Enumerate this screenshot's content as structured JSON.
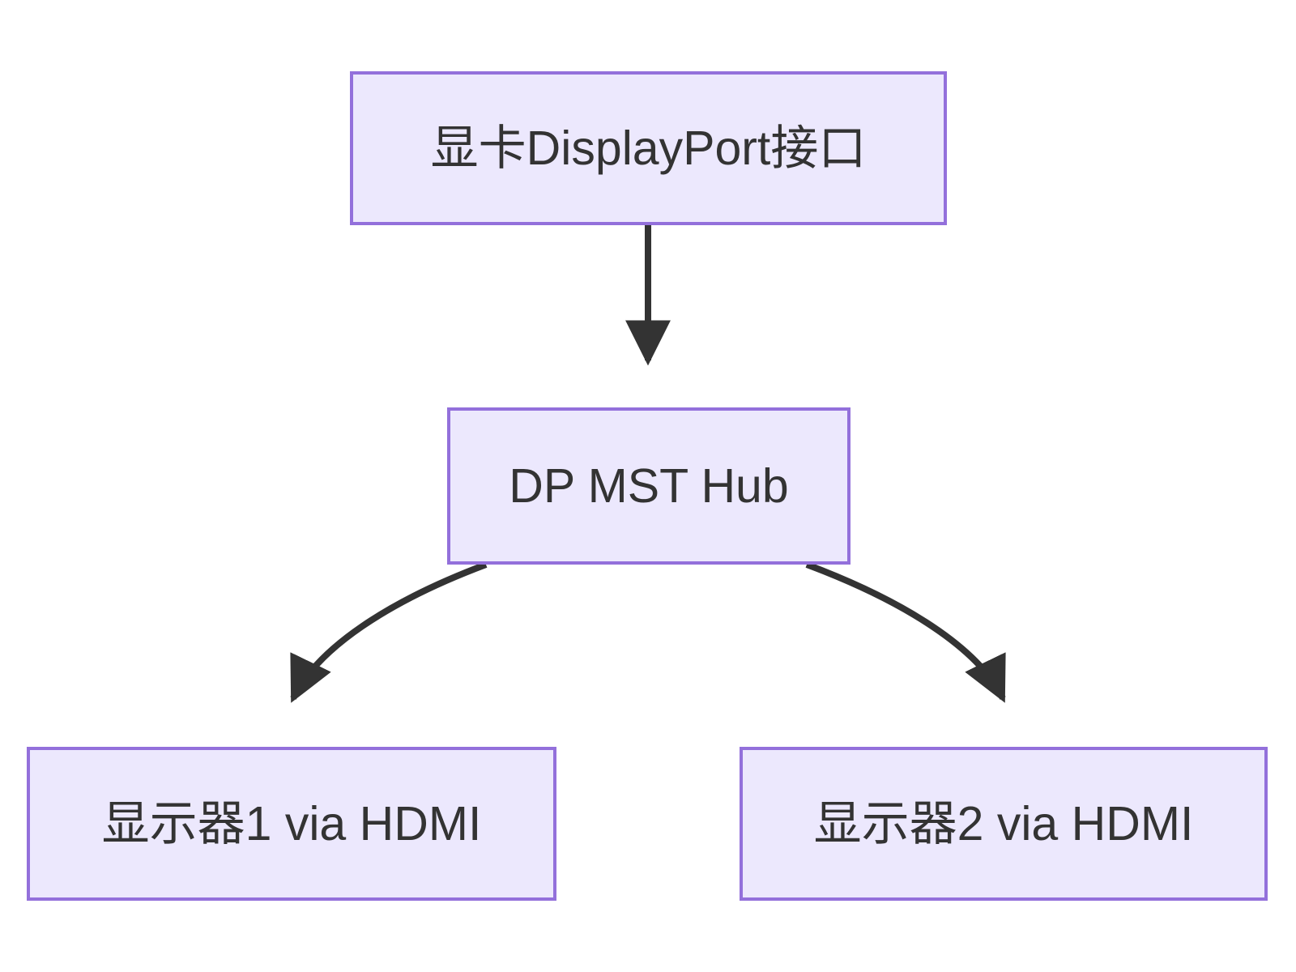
{
  "diagram": {
    "type": "flowchart",
    "direction": "top-down",
    "background_color": "#ffffff",
    "node_fill_color": "#ece8fd",
    "node_border_color": "#9370db",
    "node_text_color": "#333333",
    "edge_color": "#333333",
    "nodes": [
      {
        "id": "gpu-dp-port",
        "label": "显卡DisplayPort接口"
      },
      {
        "id": "dp-mst-hub",
        "label": "DP MST Hub"
      },
      {
        "id": "monitor-1",
        "label": "显示器1 via HDMI"
      },
      {
        "id": "monitor-2",
        "label": "显示器2 via HDMI"
      }
    ],
    "edges": [
      {
        "id": "edge-gpu-to-hub",
        "from": "gpu-dp-port",
        "to": "dp-mst-hub",
        "label": "",
        "style": "straight-arrow"
      },
      {
        "id": "edge-hub-to-monitor-1",
        "from": "dp-mst-hub",
        "to": "monitor-1",
        "label": "",
        "style": "curved-arrow"
      },
      {
        "id": "edge-hub-to-monitor-2",
        "from": "dp-mst-hub",
        "to": "monitor-2",
        "label": "",
        "style": "curved-arrow"
      }
    ]
  }
}
